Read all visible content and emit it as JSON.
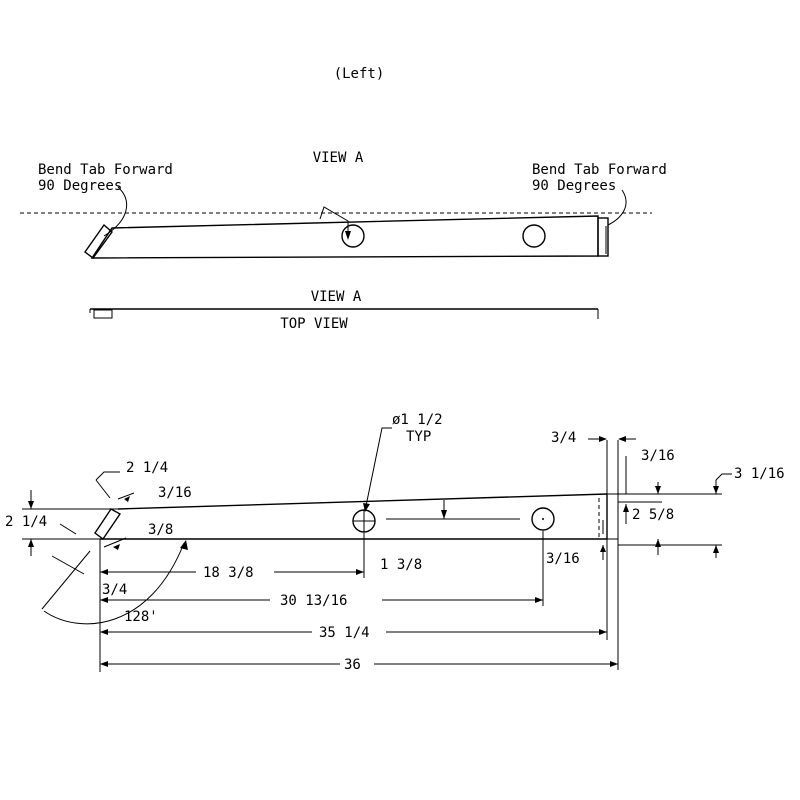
{
  "drawing": {
    "title": "(Left)",
    "view_a_top": "VIEW A",
    "note_left_line1": "Bend Tab Forward",
    "note_left_line2": "90 Degrees",
    "note_right_line1": "Bend Tab Forward",
    "note_right_line2": "90 Degrees",
    "view_a_bottom": "VIEW A",
    "top_view": "TOP VIEW"
  },
  "dimensions": {
    "hole_dia": "ø1 1/2",
    "typ": "TYP",
    "d_3_4_top": "3/4",
    "d_3_16_top_right": "3/16",
    "d_3_1_16": "3 1/16",
    "d_2_5_8": "2 5/8",
    "d_3_16_bottom_right": "3/16",
    "d_2_1_4_top": "2 1/4",
    "d_3_16_left": "3/16",
    "d_2_1_4_left": "2 1/4",
    "d_3_8": "3/8",
    "d_18_3_8": "18 3/8",
    "d_1_3_8": "1 3/8",
    "d_3_4_left": "3/4",
    "d_30_13_16": "30 13/16",
    "d_128": "128'",
    "d_35_1_4": "35 1/4",
    "d_36": "36"
  }
}
